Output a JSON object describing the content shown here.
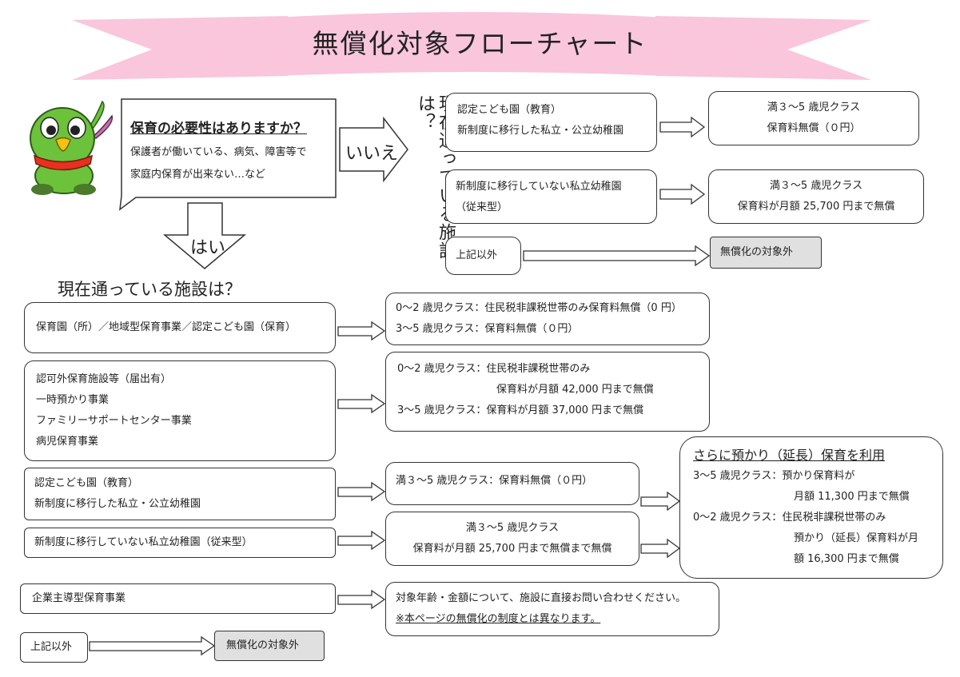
{
  "title": "無償化対象フローチャート",
  "question": {
    "heading": "保育の必要性はありますか？",
    "line1": "保護者が働いている、病気、障害等で",
    "line2": "家庭内保育が出来ない…など"
  },
  "yes_label": "はい",
  "no_label": "いいえ",
  "no_branch": {
    "vertical_question": "現在通っている施設は？",
    "rows": [
      {
        "facility": [
          "認定こども園（教育）",
          "新制度に移行した私立・公立幼稚園"
        ],
        "result": [
          "満３〜5 歳児クラス",
          "保育料無償（０円）"
        ]
      },
      {
        "facility": [
          "新制度に移行していない私立幼稚園",
          "（従来型）"
        ],
        "result": [
          "満３〜5 歳児クラス",
          "保育料が月額 25,700 円まで無償"
        ]
      },
      {
        "facility": [
          "上記以外"
        ],
        "result": [
          "無償化の対象外"
        ]
      }
    ]
  },
  "yes_branch": {
    "question": "現在通っている施設は？",
    "rows": [
      {
        "facility": [
          "保育園（所）／地域型保育事業／認定こども園（保育）"
        ],
        "result": [
          "0〜2 歳児クラス：住民税非課税世帯のみ保育料無償（0 円）",
          "3〜5 歳児クラス：保育料無償（０円）"
        ]
      },
      {
        "facility": [
          "認可外保育施設等（届出有）",
          "一時預かり事業",
          "ファミリーサポートセンター事業",
          "病児保育事業"
        ],
        "result": [
          "0〜2 歳児クラス：住民税非課税世帯のみ",
          "保育料が月額 42,000 円まで無償",
          "3〜5 歳児クラス：保育料が月額 37,000 円まで無償"
        ]
      },
      {
        "facility": [
          "認定こども園（教育）",
          "新制度に移行した私立・公立幼稚園"
        ],
        "result": [
          "満３〜5 歳児クラス：保育料無償（０円）"
        ]
      },
      {
        "facility": [
          "新制度に移行していない私立幼稚園（従来型）"
        ],
        "result": [
          "満３〜5 歳児クラス",
          "保育料が月額 25,700 円まで無償まで無償"
        ]
      },
      {
        "facility": [
          "企業主導型保育事業"
        ],
        "result": [
          "対象年齢・金額について、施設に直接お問い合わせください。",
          "※本ページの無償化の制度とは異なります。"
        ]
      },
      {
        "facility": [
          "上記以外"
        ],
        "result": [
          "無償化の対象外"
        ]
      }
    ]
  },
  "extension": {
    "heading": "さらに預かり（延長）保育を利用",
    "lines": [
      "3〜5 歳児クラス：預かり保育料が",
      "月額 11,300 円まで無償",
      "0〜2 歳児クラス：住民税非課税世帯のみ",
      "預かり（延長）保育料が月",
      "額 16,300 円まで無償"
    ]
  },
  "colors": {
    "banner": "#f9c6dc",
    "out_of_scope": "#e0e0e0",
    "mascot_body": "#6cc23a",
    "mascot_scarf": "#e8301f"
  }
}
